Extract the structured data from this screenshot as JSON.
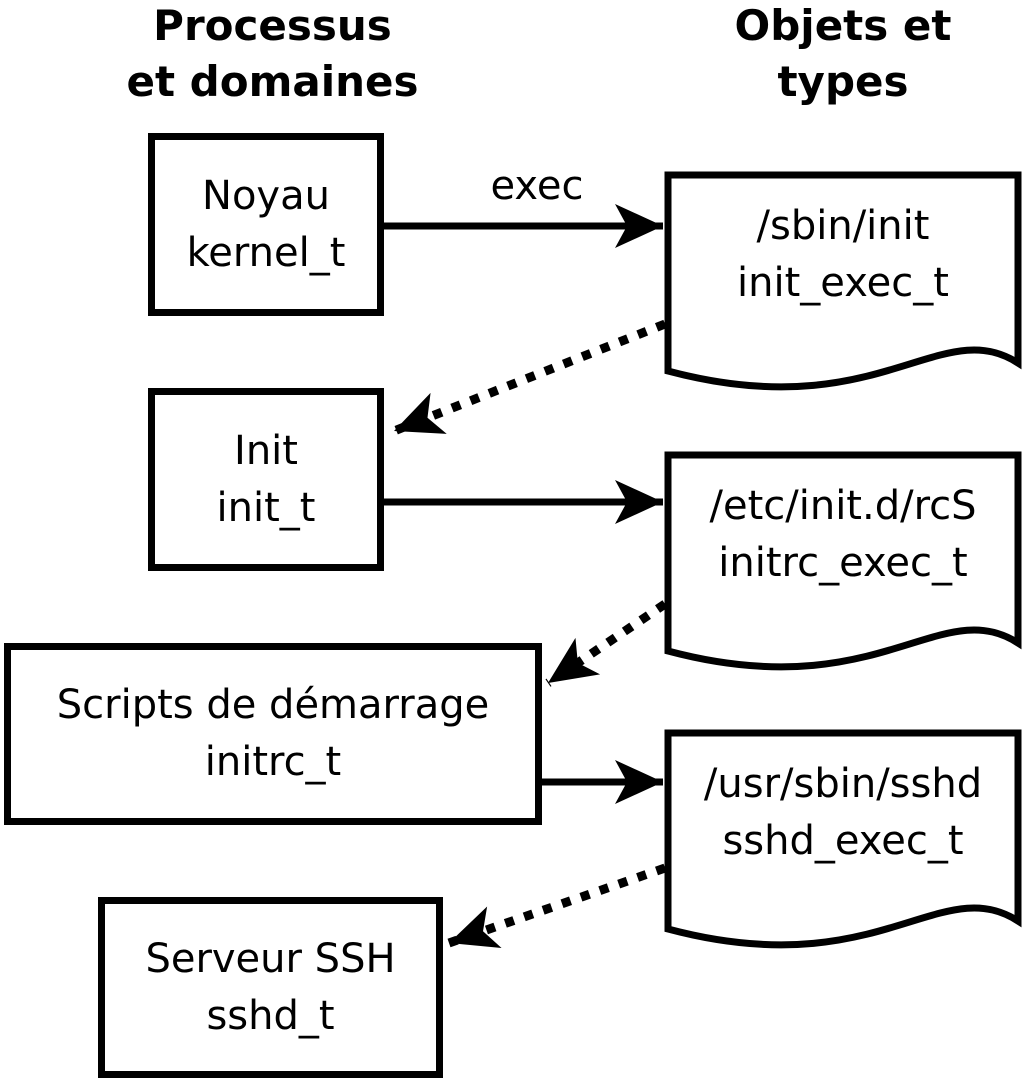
{
  "diagram": {
    "column_headers": {
      "left": {
        "line1": "Processus",
        "line2": "et domaines"
      },
      "right": {
        "line1": "Objets et",
        "line2": "types"
      }
    },
    "process_nodes": [
      {
        "label": "Noyau",
        "domain": "kernel_t"
      },
      {
        "label": "Init",
        "domain": "init_t"
      },
      {
        "label": "Scripts de démarrage",
        "domain": "initrc_t"
      },
      {
        "label": "Serveur SSH",
        "domain": "sshd_t"
      }
    ],
    "object_nodes": [
      {
        "path": "/sbin/init",
        "type": "init_exec_t"
      },
      {
        "path": "/etc/init.d/rcS",
        "type": "initrc_exec_t"
      },
      {
        "path": "/usr/sbin/sshd",
        "type": "sshd_exec_t"
      }
    ],
    "edges": [
      {
        "from": "kernel_t",
        "to": "init_exec_t",
        "style": "solid",
        "label": "exec"
      },
      {
        "from": "init_exec_t",
        "to": "init_t",
        "style": "dotted",
        "label": ""
      },
      {
        "from": "init_t",
        "to": "initrc_exec_t",
        "style": "solid",
        "label": ""
      },
      {
        "from": "initrc_exec_t",
        "to": "initrc_t",
        "style": "dotted",
        "label": ""
      },
      {
        "from": "initrc_t",
        "to": "sshd_exec_t",
        "style": "solid",
        "label": ""
      },
      {
        "from": "sshd_exec_t",
        "to": "sshd_t",
        "style": "dotted",
        "label": ""
      }
    ],
    "colors": {
      "stroke": "#000000",
      "background": "#ffffff"
    }
  }
}
